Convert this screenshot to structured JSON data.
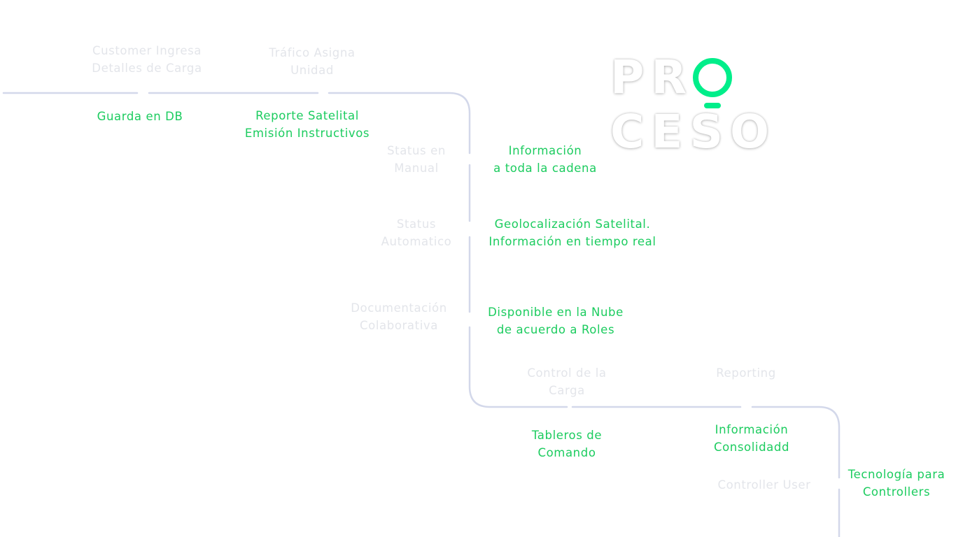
{
  "title": {
    "before_o": "PR",
    "after_o": "CESO",
    "accent_color": "#00ee8a"
  },
  "colors": {
    "step_text": "#e3e5ea",
    "benefit_text": "#1ccc5f",
    "path_line": "#d3d8ea"
  },
  "steps": {
    "customer": [
      "Customer Ingresa",
      "Detalles de Carga"
    ],
    "trafico": [
      "Tráfico Asigna",
      "Unidad"
    ],
    "status_manual": [
      "Status en",
      "Manual"
    ],
    "status_auto": [
      "Status",
      "Automatico"
    ],
    "documentacion": [
      "Documentación",
      "Colaborativa"
    ],
    "control": [
      "Control de la",
      "Carga"
    ],
    "reporting": [
      "Reporting"
    ],
    "controller_user": [
      "Controller User"
    ]
  },
  "benefits": {
    "guarda": [
      "Guarda en DB"
    ],
    "reporte": [
      "Reporte Satelital",
      "Emisión Instructivos"
    ],
    "informacion": [
      "Información",
      "a toda la cadena"
    ],
    "geolocalizacion": [
      "Geolocalización Satelital.",
      "Información en tiempo real"
    ],
    "disponible": [
      "Disponible en la Nube",
      "de acuerdo a Roles"
    ],
    "tableros": [
      "Tableros de",
      "Comando"
    ],
    "consolidada": [
      "Información",
      "Consolidadd"
    ],
    "tecnologia": [
      "Tecnología para",
      "Controllers"
    ]
  }
}
